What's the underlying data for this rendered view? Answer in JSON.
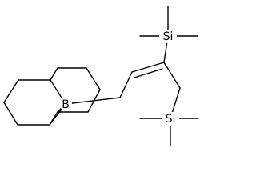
{
  "molecule": {
    "atoms": {
      "boron": "B",
      "silicon_upper": "Si",
      "silicon_lower": "Si"
    }
  },
  "colors": {
    "bond": "#000000",
    "background": "#ffffff"
  }
}
